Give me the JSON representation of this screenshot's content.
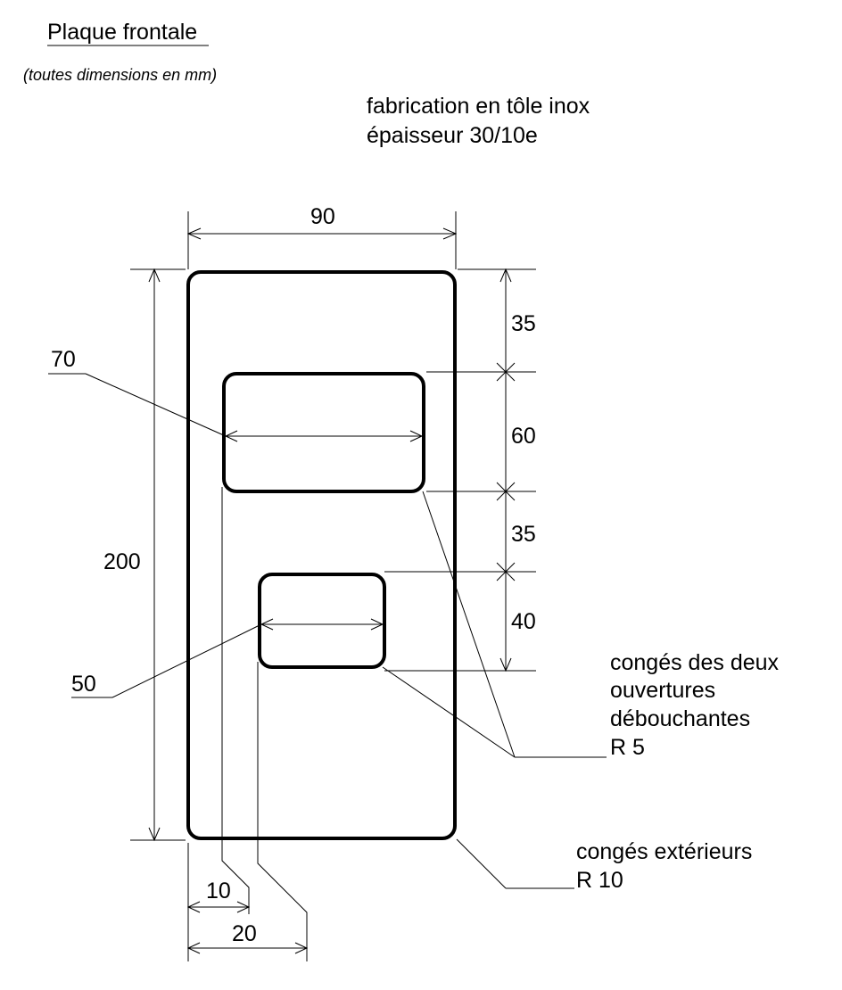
{
  "header": {
    "title": "Plaque frontale",
    "units_note": "(toutes dimensions en mm)",
    "spec_line1": "fabrication en tôle inox",
    "spec_line2": "épaisseur 30/10e"
  },
  "dimensions": {
    "outer_width": "90",
    "outer_height": "200",
    "top_margin": "35",
    "upper_opening_height": "60",
    "gap_between_openings": "35",
    "lower_opening_height": "40",
    "upper_opening_width": "70",
    "lower_opening_width": "50",
    "upper_left_offset": "10",
    "lower_left_offset": "20"
  },
  "notes": {
    "inner_fillet_line1": "congés des deux",
    "inner_fillet_line2": "ouvertures",
    "inner_fillet_line3": "débouchantes",
    "inner_fillet_radius": "R 5",
    "outer_fillet_line1": "congés extérieurs",
    "outer_fillet_radius": "R 10"
  }
}
